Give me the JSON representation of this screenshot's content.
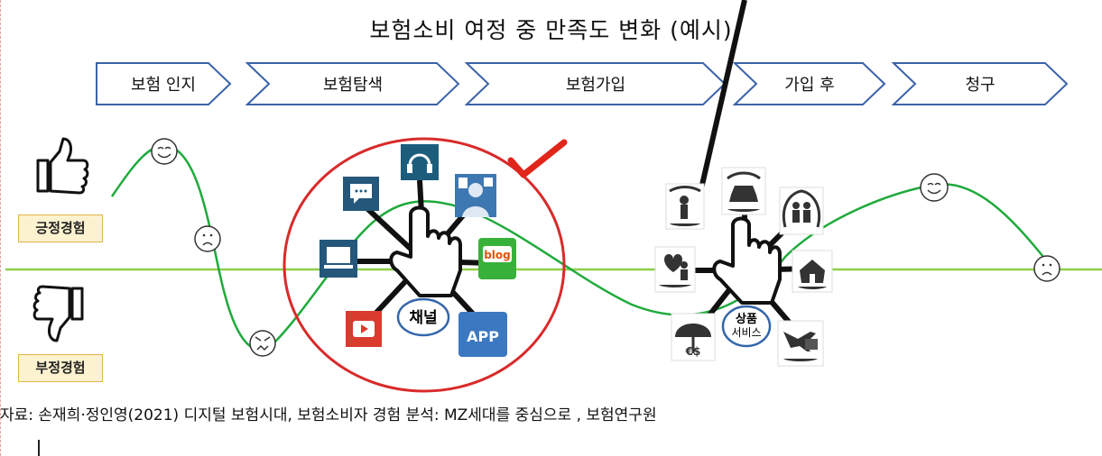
{
  "title": "보험소비 여정 중 만족도 변화 (예시)",
  "stages": [
    "보험 인지",
    "보험탐색",
    "보험가입",
    "가입 후",
    "청구"
  ],
  "labels": {
    "positive": "긍정경험",
    "negative": "부정경험"
  },
  "channel_hub": {
    "label": "채널",
    "icons": [
      "chat-icon",
      "headset-icon",
      "advisor-icon",
      "blog-icon",
      "app-icon",
      "video-icon",
      "laptop-icon"
    ],
    "blog_text": "blog",
    "app_text": "APP"
  },
  "product_hub": {
    "label_line1": "상품",
    "label_line2": "서비스",
    "icons": [
      "care-icon",
      "car-insurance-icon",
      "family-icon",
      "home-insurance-icon",
      "health-icon",
      "umbrella-icon",
      "travel-insurance-icon"
    ]
  },
  "source": "자료: 손재희·정인영(2021) 디지털 보험시대, 보험소비자 경험 분석: MZ세대를 중심으로 , 보험연구원",
  "colors": {
    "curve": "#1faa3c",
    "baseline": "#8ccf4a",
    "stage_border": "#3b63a8",
    "circle": "#d92a2a",
    "check": "#e0251b",
    "tag_bg": "#fdf2cf",
    "tag_border": "#e0b54c"
  }
}
